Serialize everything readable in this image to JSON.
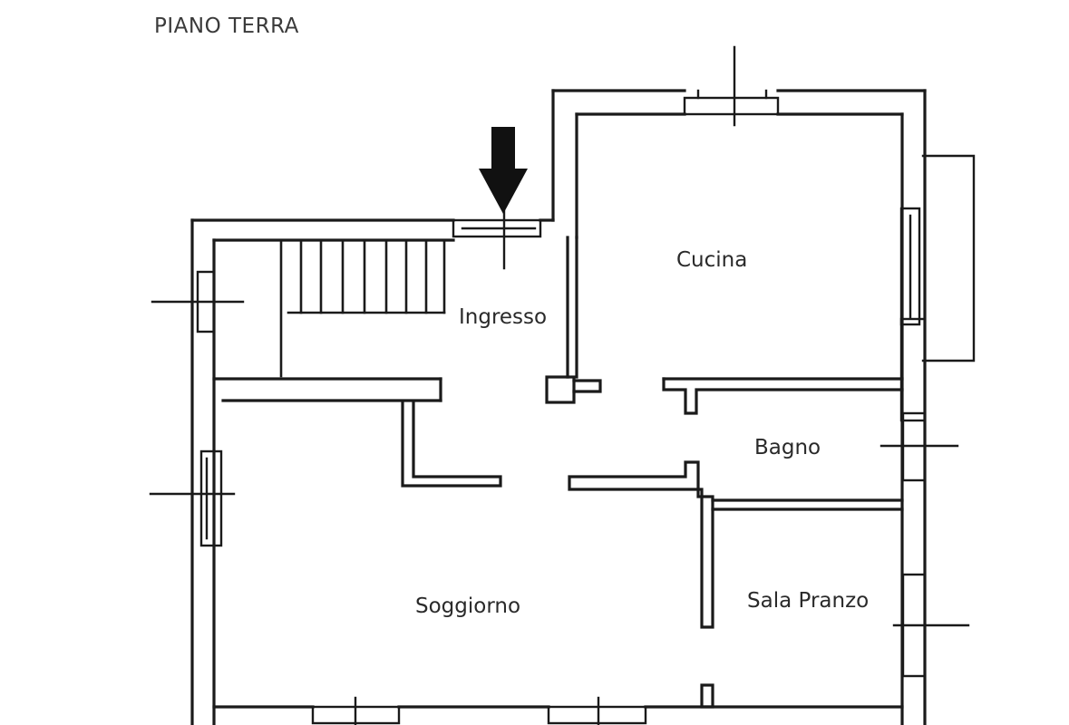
{
  "plan": {
    "title": "PIANO TERRA",
    "rooms": {
      "ingresso": "Ingresso",
      "cucina": "Cucina",
      "bagno": "Bagno",
      "soggiorno": "Soggiorno",
      "sala_pranzo": "Sala Pranzo"
    },
    "wall_color": "#1a1a1a",
    "entrance_arrow_color": "#111111"
  }
}
